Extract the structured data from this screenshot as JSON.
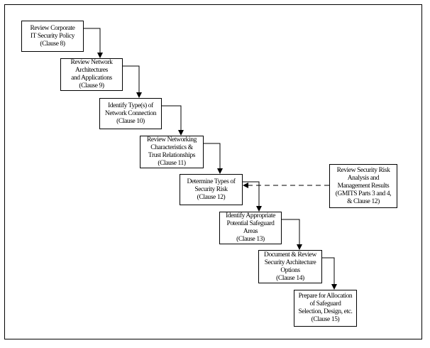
{
  "steps": [
    {
      "text": "Review Corporate\nIT Security Policy\n(Clause 8)"
    },
    {
      "text": "Review Network\nArchitectures\nand Applications\n(Clause 9)"
    },
    {
      "text": "Identify Type(s) of\nNetwork Connection\n(Clause 10)"
    },
    {
      "text": "Review Networking\nCharacteristics &\nTrust Relationships\n(Clause 11)"
    },
    {
      "text": "Determine Types of\nSecurity Risk\n(Clause 12)"
    },
    {
      "text": "Identify Appropriate\nPotential Safeguard\nAreas\n(Clause 13)"
    },
    {
      "text": "Document & Review\nSecurity Architecture\nOptions\n(Clause 14)"
    },
    {
      "text": "Prepare for Allocation\nof Safeguard\nSelection, Design, etc.\n(Clause 15)"
    }
  ],
  "side_input": {
    "text": "Review Security Risk\nAnalysis and\nManagement Results\n(GMITS Parts 3 and 4,\n& Clause 12)"
  }
}
